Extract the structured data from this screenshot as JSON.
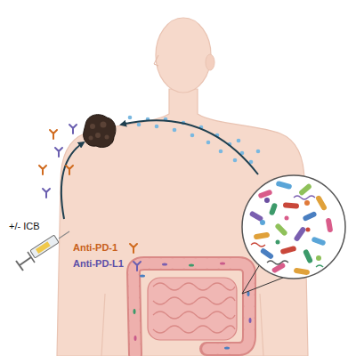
{
  "diagram": {
    "labels": [
      "+/- ICB",
      "Anti-PD-1",
      "Anti-PD-L1"
    ]
  }
}
